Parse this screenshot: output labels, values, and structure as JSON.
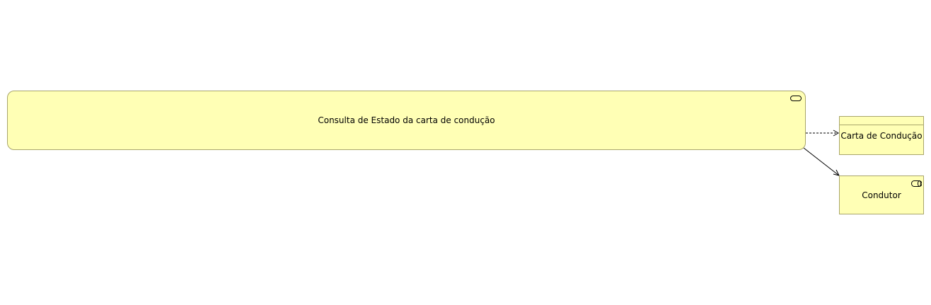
{
  "diagram": {
    "nodes": {
      "service": {
        "label": "Consulta de Estado da carta de condução",
        "icon": "business-service-icon"
      },
      "object": {
        "label": "Carta de Condução",
        "icon": "business-object-icon"
      },
      "role": {
        "label": "Condutor",
        "icon": "business-role-icon"
      }
    },
    "edges": [
      {
        "from": "service",
        "to": "object",
        "style": "dashed",
        "kind": "access"
      },
      {
        "from": "service",
        "to": "role",
        "style": "solid",
        "kind": "serving"
      }
    ],
    "colors": {
      "node_fill": "#ffffb5",
      "node_border": "#a9a66b",
      "edge": "#000000"
    }
  }
}
